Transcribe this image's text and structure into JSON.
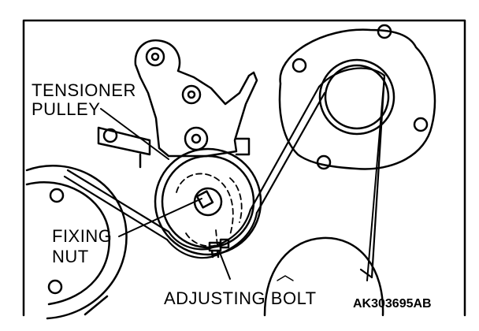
{
  "labels": {
    "tensioner_line1": "TENSIONER",
    "tensioner_line2": "PULLEY",
    "fixing_line1": "FIXING",
    "fixing_line2": "NUT",
    "adjusting": "ADJUSTING BOLT"
  },
  "figure_code": "AK303695AB",
  "colors": {
    "line": "#000000",
    "background": "#ffffff"
  }
}
